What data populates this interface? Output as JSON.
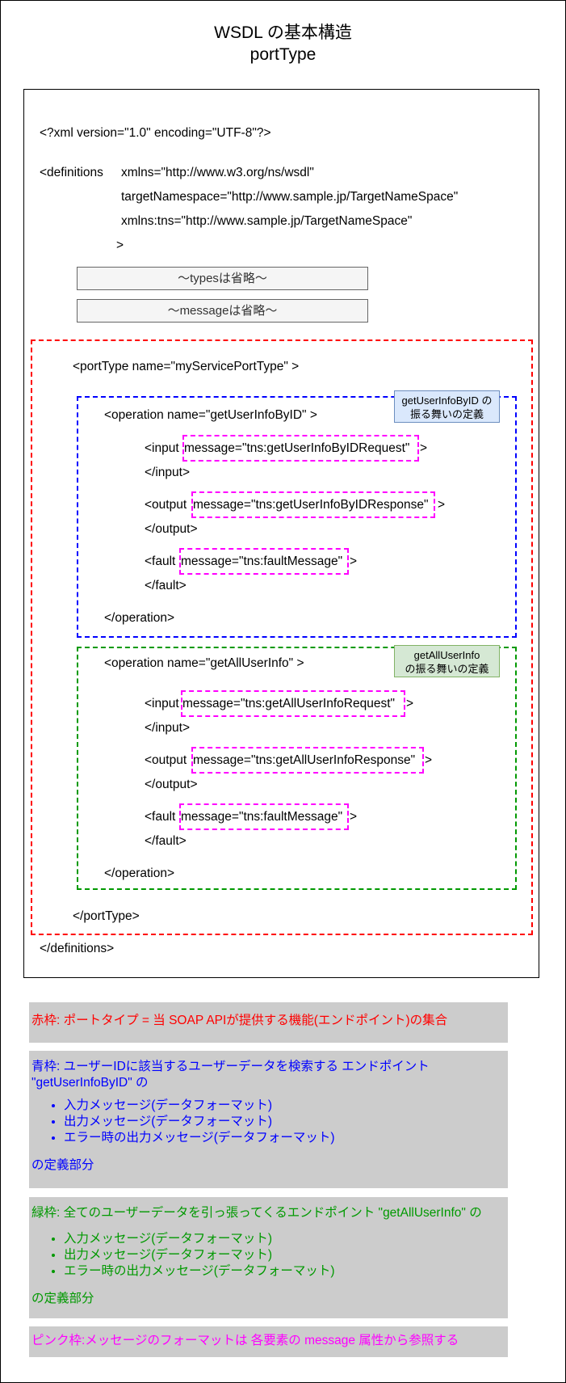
{
  "title": {
    "line1": "WSDL の基本構造",
    "line2": "portType"
  },
  "code": {
    "xml_decl": "<?xml version=\"1.0\" encoding=\"UTF-8\"?>",
    "definitions_open": "<definitions",
    "xmlns": "xmlns=\"http://www.w3.org/ns/wsdl\"",
    "target_ns": "targetNamespace=\"http://www.sample.jp/TargetNameSpace\"",
    "xmlns_tns": "xmlns:tns=\"http://www.sample.jp/TargetNameSpace\"",
    "gt": ">",
    "types_omitted": "～typesは省略～",
    "message_omitted": "～messageは省略～",
    "porttype_open": "<portType  name=\"myServicePortType\"  >",
    "op1": {
      "open": "<operation   name=\"getUserInfoByID\"   >",
      "tag_line1": "getUserInfoByID の",
      "tag_line2": "振る舞いの定義",
      "input_prefix": "<input",
      "input_msg": "message=\"tns:getUserInfoByIDRequest\"",
      "input_close": "</input>",
      "output_prefix": "<output",
      "output_msg": "message=\"tns:getUserInfoByIDResponse\"",
      "output_close": "</output>",
      "fault_prefix": "<fault",
      "fault_msg": "message=\"tns:faultMessage\"",
      "fault_close": "</fault>",
      "close": "</operation>"
    },
    "op2": {
      "open": "<operation   name=\"getAllUserInfo\"  >",
      "tag_line1": "getAllUserInfo",
      "tag_line2": "の振る舞いの定義",
      "input_prefix": "<input",
      "input_msg": "message=\"tns:getAllUserInfoRequest\"",
      "input_close": "</input>",
      "output_prefix": "<output",
      "output_msg": "message=\"tns:getAllUserInfoResponse\"",
      "output_close": "</output>",
      "fault_prefix": "<fault",
      "fault_msg": "message=\"tns:faultMessage\"",
      "fault_close": "</fault>",
      "close": "</operation>"
    },
    "porttype_close": "</portType>",
    "definitions_close": "</definitions>"
  },
  "notes": {
    "red": "赤枠: ポートタイプ = 当 SOAP APIが提供する機能(エンドポイント)の集合",
    "blue_intro1": "青枠: ユーザーIDに該当するユーザーデータを検索する エンドポイント",
    "blue_intro2": "\"getUserInfoByID\" の",
    "blue_items": [
      "入力メッセージ(データフォーマット)",
      "出力メッセージ(データフォーマット)",
      "エラー時の出力メッセージ(データフォーマット)"
    ],
    "blue_outro": "の定義部分",
    "green_intro": "緑枠: 全てのユーザーデータを引っ張ってくるエンドポイント \"getAllUserInfo\" の",
    "green_items": [
      "入力メッセージ(データフォーマット)",
      "出力メッセージ(データフォーマット)",
      "エラー時の出力メッセージ(データフォーマット)"
    ],
    "green_outro": "の定義部分",
    "pink": "ピンク枠:メッセージのフォーマットは 各要素の message 属性から参照する"
  },
  "colors": {
    "red": "#ff0000",
    "blue": "#0000ff",
    "green": "#009900",
    "pink": "#ff00ff"
  }
}
